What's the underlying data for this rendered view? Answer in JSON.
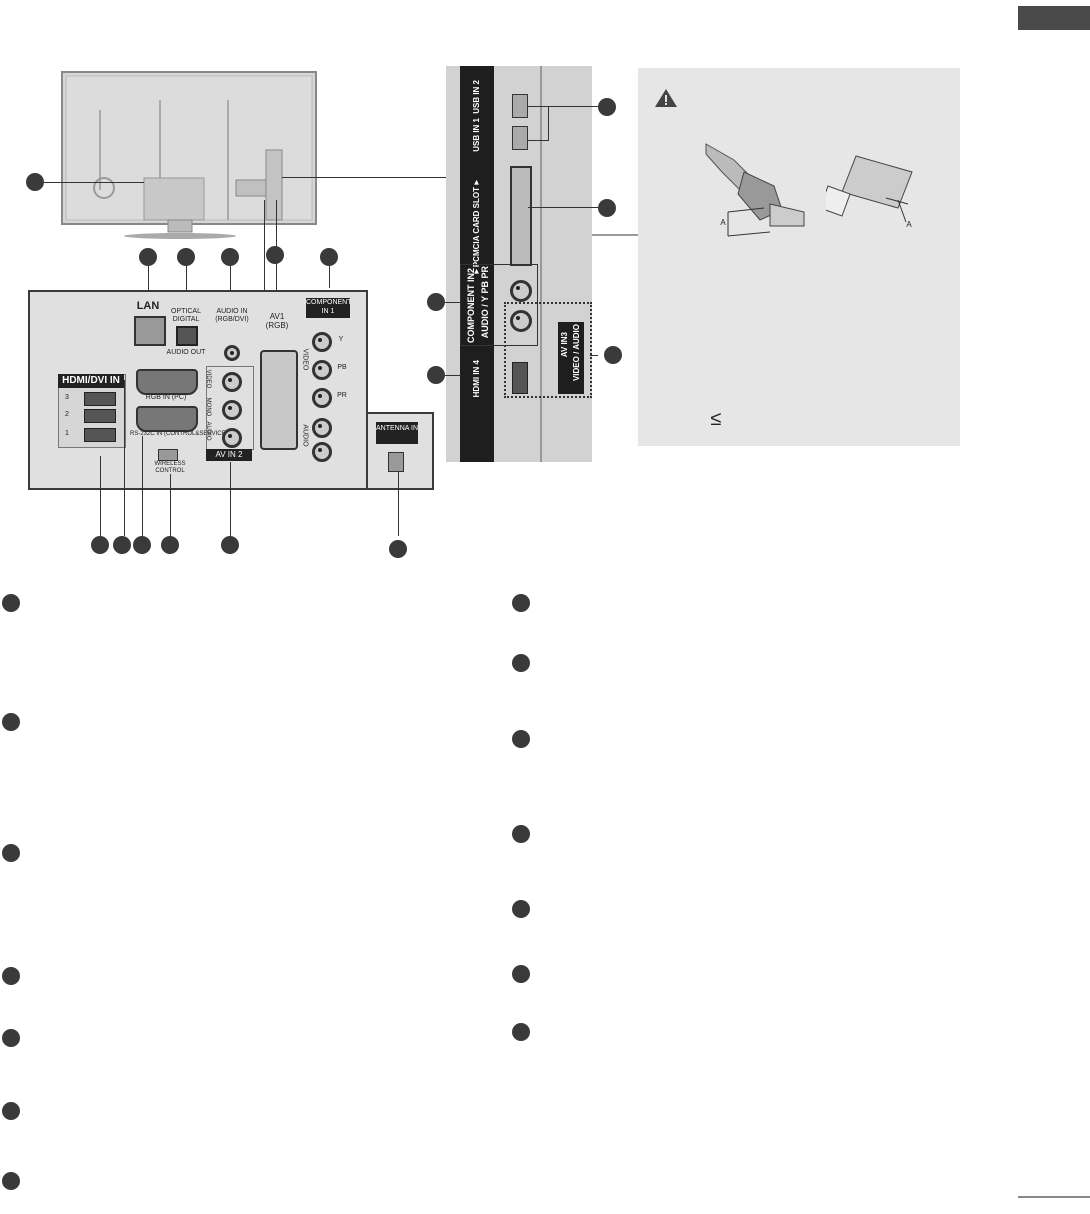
{
  "labels": {
    "lan": "LAN",
    "optical_digital": "OPTICAL DIGITAL",
    "audio_out": "AUDIO OUT",
    "audio_in": "AUDIO IN (RGB/DVI)",
    "av1": "AV1 (RGB)",
    "component_in1": "COMPONENT IN 1",
    "hdmi_dvi_in": "HDMI/DVI IN",
    "hdmi_3": "3",
    "hdmi_2": "2",
    "hdmi_1": "1",
    "rgb_in_pc": "RGB IN (PC)",
    "rs232c": "RS-232C IN (CONTROL&SERVICE)",
    "wireless_control": "WIRELESS CONTROL",
    "av_in2": "AV IN 2",
    "antenna_in": "ANTENNA IN",
    "comp_y": "Y",
    "comp_pb": "PB",
    "comp_pr": "PR",
    "comp_video": "VIDEO",
    "comp_audio": "AUDIO",
    "av2_video": "VIDEO",
    "av2_audio": "AUDIO",
    "av2_mono": "MONO",
    "side_usb2": "USB IN 2",
    "side_usb1": "USB IN 1",
    "side_pcmcia": "▼PCMCIA CARD SLOT▼",
    "side_component_in2": "COMPONENT IN2",
    "side_audio_y_pb_pr": "AUDIO / Y  PB  PR",
    "side_hdmi_in4": "HDMI IN 4",
    "side_av_in3": "AV IN3",
    "side_video_audio": "VIDEO / AUDIO",
    "caution_ab": "A",
    "caution_leq": "≤"
  },
  "colors": {
    "panel_gray": "#e0e0e0",
    "dark_strip": "#1e1e1e",
    "caution_bg": "#e6e6e6",
    "marker": "#3a3a3a"
  },
  "icons": {
    "caution": "warning-triangle-icon",
    "hdmi_plug": "hdmi-plug-icon",
    "usb_stick": "usb-stick-icon"
  }
}
